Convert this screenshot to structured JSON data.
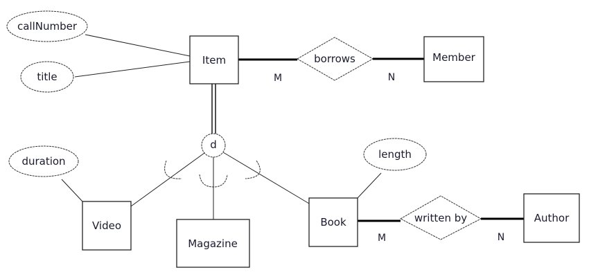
{
  "diagram": {
    "type": "EER diagram",
    "entities": {
      "item": "Item",
      "member": "Member",
      "video": "Video",
      "magazine": "Magazine",
      "book": "Book",
      "author": "Author"
    },
    "attributes": {
      "call_number": "callNumber",
      "title": "title",
      "duration": "duration",
      "length": "length"
    },
    "relationships": {
      "borrows": {
        "label": "borrows",
        "left_cardinality": "M",
        "right_cardinality": "N"
      },
      "written_by": {
        "label": "written by",
        "left_cardinality": "M",
        "right_cardinality": "N"
      }
    },
    "specialization": {
      "symbol": "d",
      "superclass": "Item",
      "subclasses": [
        "Video",
        "Magazine",
        "Book"
      ],
      "participation": "total"
    }
  }
}
